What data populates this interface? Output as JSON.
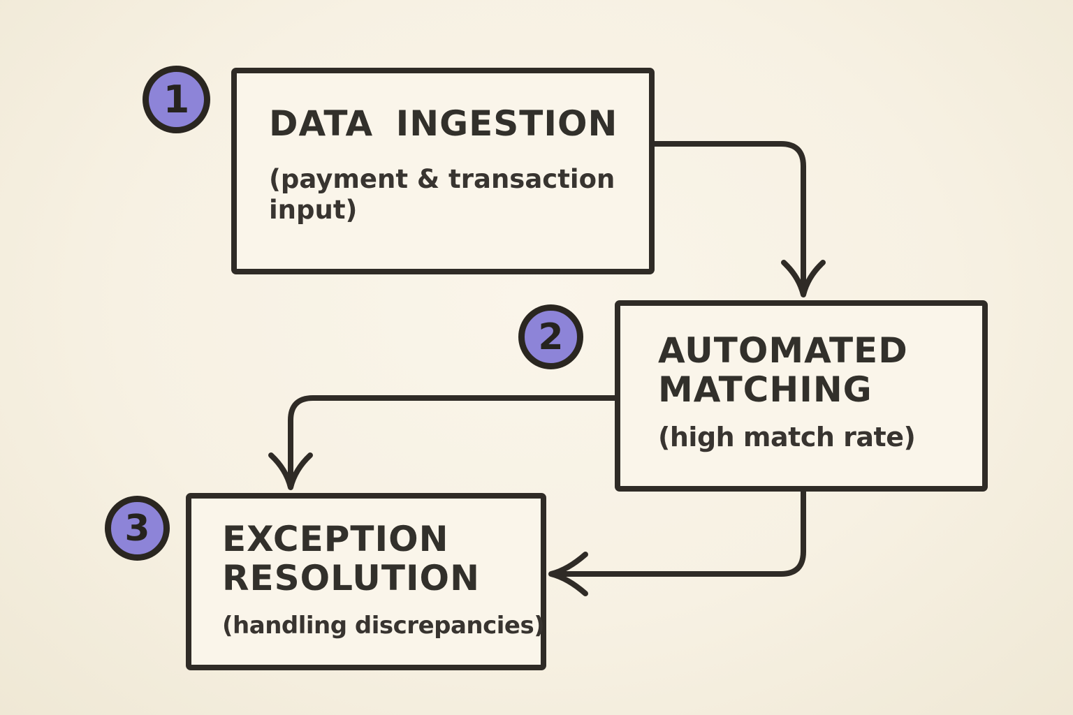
{
  "diagram": {
    "colors": {
      "background": "#f7f1e3",
      "ink": "#2f2b26",
      "badge_fill": "#8d84d8"
    },
    "steps": [
      {
        "number": "1",
        "title": "DATA INGESTION",
        "subtitle": "(payment & transaction input)"
      },
      {
        "number": "2",
        "title": "AUTOMATED MATCHING",
        "subtitle": "(high match rate)"
      },
      {
        "number": "3",
        "title": "EXCEPTION RESOLUTION",
        "subtitle": "(handling discrepancies)"
      }
    ],
    "connections": [
      {
        "from": "step-1",
        "to": "step-2",
        "route": "right-then-down"
      },
      {
        "from": "step-2",
        "to": "step-3",
        "route": "left-then-down"
      },
      {
        "from": "step-2",
        "to": "step-3",
        "route": "down-then-left"
      }
    ]
  }
}
